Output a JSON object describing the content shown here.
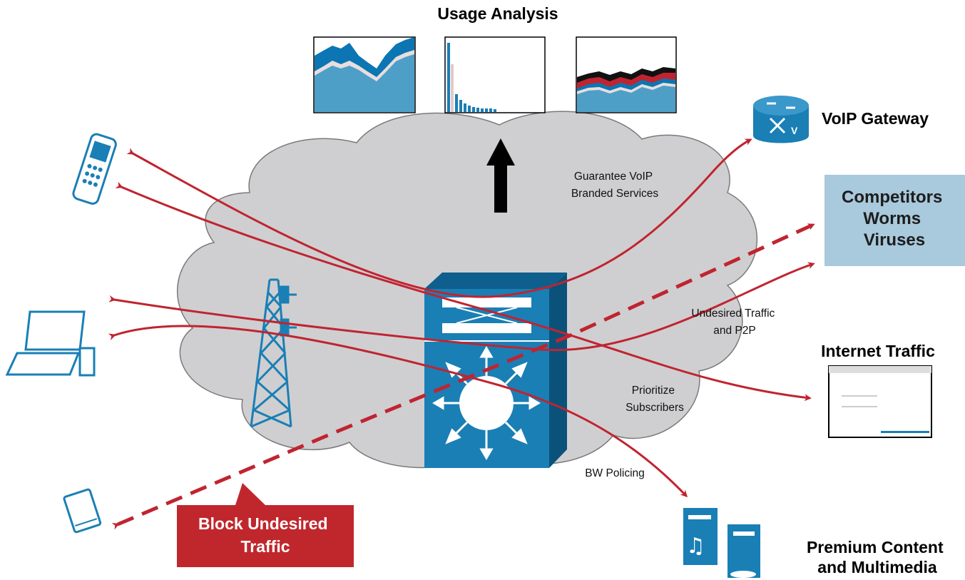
{
  "title": "Usage Analysis",
  "labels": {
    "voip_gateway": "VoIP Gateway",
    "competitors": [
      "Competitors",
      "Worms",
      "Viruses"
    ],
    "internet_traffic": "Internet Traffic",
    "premium": [
      "Premium Content",
      "and Multimedia"
    ],
    "block": [
      "Block Undesired",
      "Traffic"
    ]
  },
  "annotations": {
    "guarantee": [
      "Guarantee VoIP",
      "Branded Services"
    ],
    "undesired": [
      "Undesired Traffic",
      "and P2P"
    ],
    "prioritize": [
      "Prioritize",
      "Subscribers"
    ],
    "bw_policing": "BW Policing"
  },
  "colors": {
    "cisco_blue": "#1a7fb5",
    "dark_blue": "#0b5f8c",
    "traffic_red": "#c02430",
    "callout_red": "#c0272d",
    "cloud_gray": "#cfcfd1",
    "box_blue": "#a9c9dc"
  },
  "icons": {
    "mobile_phone": "mobile-phone-icon",
    "laptop": "laptop-icon",
    "pda": "pda-icon",
    "tower": "cell-tower-icon",
    "router": "voip-router-icon",
    "switch": "multilayer-switch-icon",
    "browser": "web-browser-window-icon",
    "server": "media-server-icon"
  }
}
